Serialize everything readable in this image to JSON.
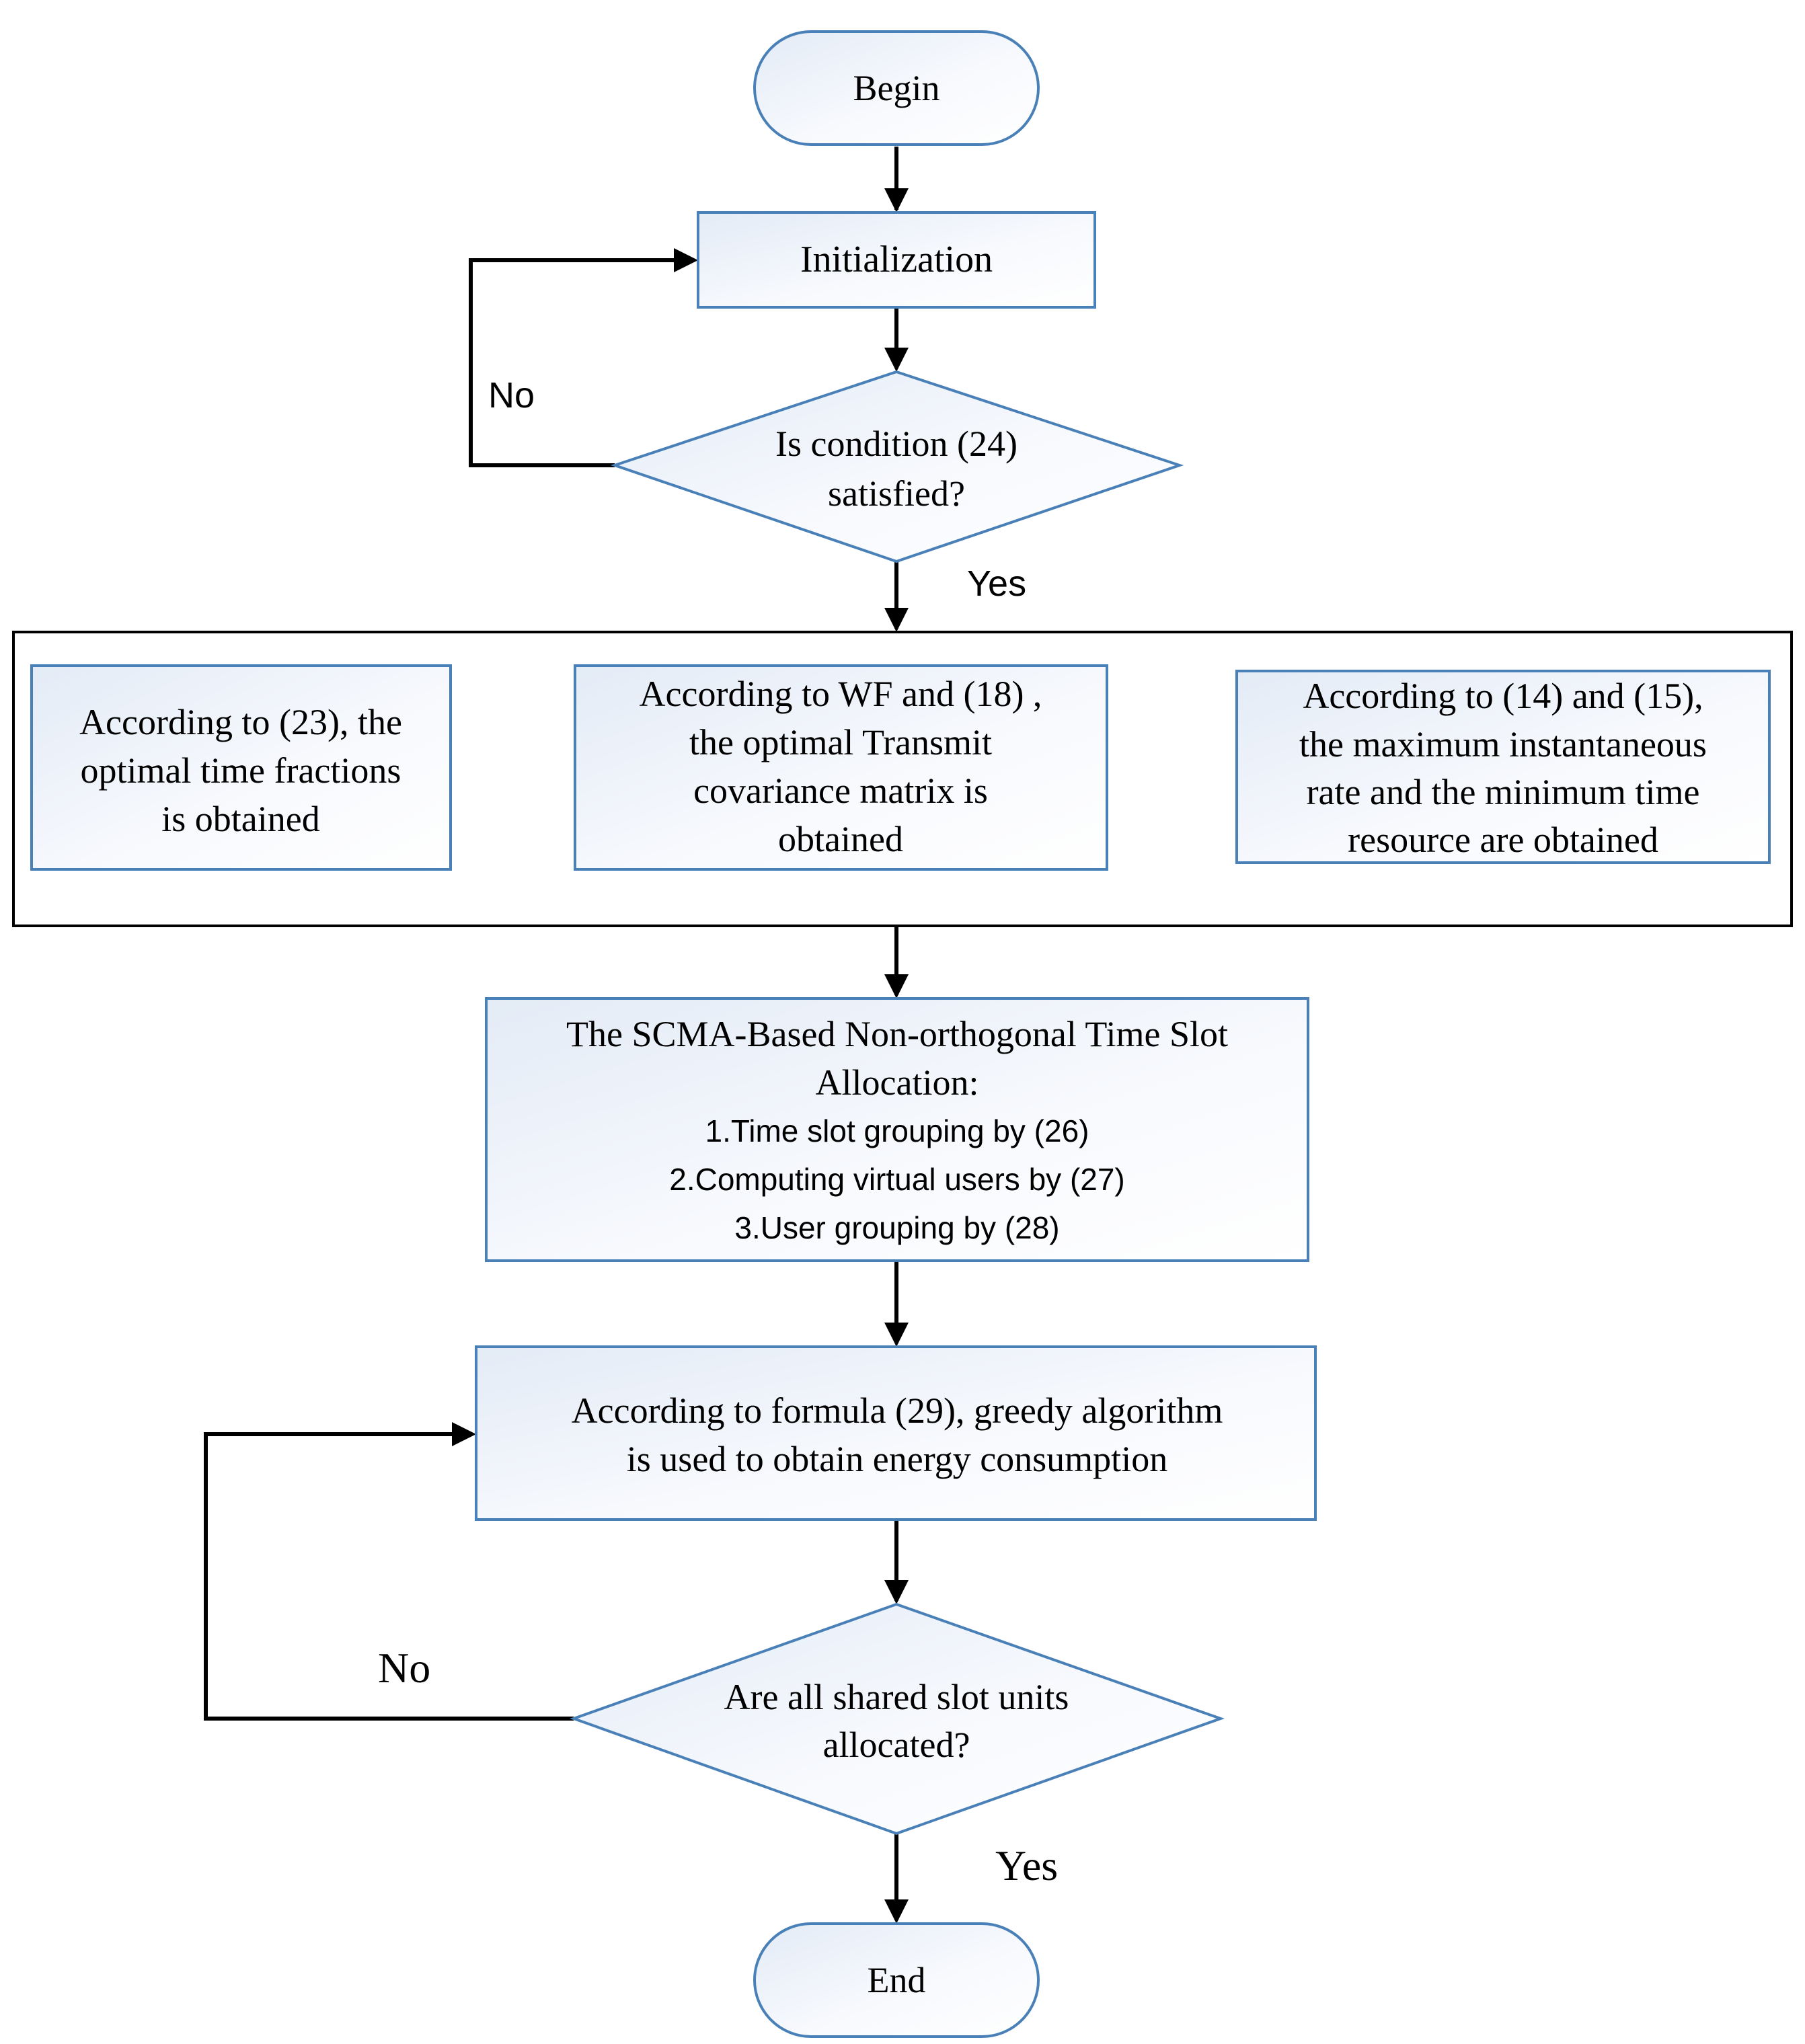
{
  "nodes": {
    "begin": {
      "text": "Begin"
    },
    "init": {
      "text": "Initialization"
    },
    "decision1": {
      "lines": [
        "Is condition (24)",
        "satisfied?"
      ]
    },
    "step_a": {
      "lines": [
        "According to  (23), the",
        "optimal time fractions",
        "is obtained"
      ]
    },
    "step_b": {
      "lines": [
        "According to WF and (18) ,",
        "the optimal Transmit",
        "covariance matrix  is",
        "obtained"
      ]
    },
    "step_c": {
      "lines": [
        "According to  (14) and (15),",
        "the maximum instantaneous",
        "rate and the minimum time",
        "resource are obtained"
      ]
    },
    "scma": {
      "lines": [
        "The SCMA-Based Non-orthogonal Time Slot",
        "Allocation:"
      ],
      "items": [
        "1.Time slot grouping by (26)",
        "2.Computing virtual users by (27)",
        "3.User grouping by (28)"
      ]
    },
    "greedy": {
      "lines": [
        "According to formula (29), greedy algorithm",
        "is used to obtain energy consumption"
      ]
    },
    "decision2": {
      "lines": [
        "Are all shared slot units",
        "allocated?"
      ]
    },
    "end": {
      "text": "End"
    }
  },
  "edge_labels": {
    "d1_no": "No",
    "d1_yes": "Yes",
    "d2_no": "No",
    "d2_yes": "Yes"
  },
  "colors": {
    "node_border": "#4a80b8",
    "node_fill_start": "#e6edf7",
    "node_fill_end": "#ffffff",
    "connector": "#000000"
  }
}
